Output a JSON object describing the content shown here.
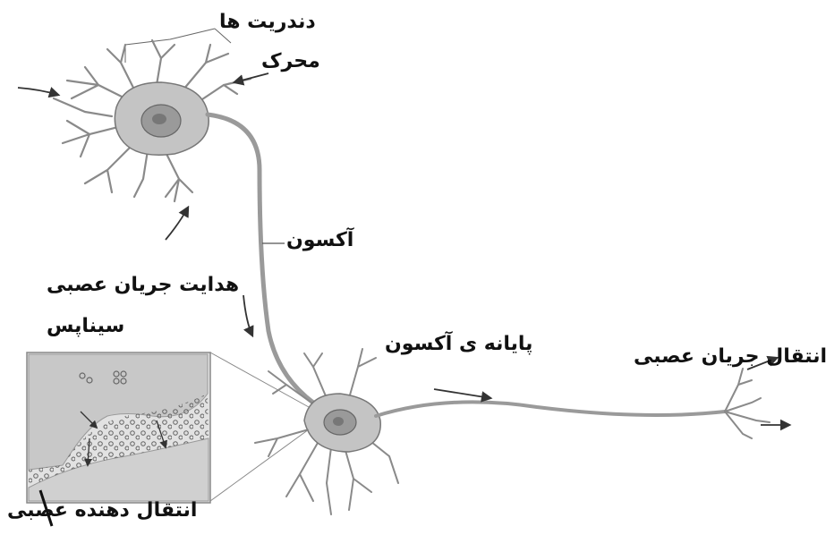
{
  "labels": {
    "dendrites": "دندریت ها",
    "stimulus": "محرک",
    "axon": "آکسون",
    "impulse_conduction": "هدایت جریان عصبی",
    "synapse": "سیناپس",
    "axon_terminal": "پایانه ی آکسون",
    "impulse_transmission": "انتقال جریان عصبی",
    "neurotransmitter": "انتقال دهنده عصبی"
  },
  "colors": {
    "background": "#ffffff",
    "neuron_body": "#c9c9c9",
    "neuron_fill": "#bdbdbd",
    "nucleus": "#8e8e8e",
    "outline": "#5a5a5a",
    "text": "#111111"
  }
}
